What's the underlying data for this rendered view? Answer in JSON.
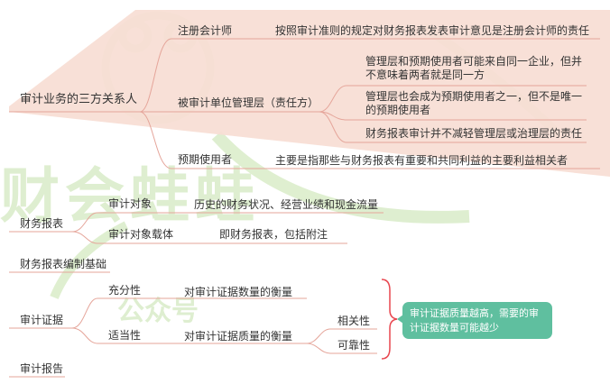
{
  "colors": {
    "highlight_bg": "#f7ddd4",
    "branch_line": "#e5a59a",
    "bracket": "#e8464f",
    "bubble_bg": "#5fbf9f",
    "watermark": "#d9ecc8"
  },
  "watermark": {
    "main": "财会蛙蛙",
    "sub": "公众号"
  },
  "nodes": {
    "three_party": {
      "label": "审计业务的三方关系人",
      "cpa": {
        "label": "注册会计师",
        "desc": "按照审计准则的规定对财务报表发表审计意见是注册会计师的责任"
      },
      "audited": {
        "label": "被审计单位管理层（责任方）",
        "details": [
          "管理层和预期使用者可能来自同一企业，但并不意味着两者就是同一方",
          "管理层也会成为预期使用者之一，但不是唯一的预期使用者",
          "财务报表审计并不减轻管理层或治理层的责任"
        ]
      },
      "users": {
        "label": "预期使用者",
        "desc": "主要是指那些与财务报表有重要和共同利益的主要利益相关者"
      }
    },
    "statements": {
      "label": "财务报表",
      "object": {
        "label": "审计对象",
        "desc": "历史的财务状况、经营业绩和现金流量"
      },
      "carrier": {
        "label": "审计对象载体",
        "desc": "即财务报表，包括附注"
      }
    },
    "basis": {
      "label": "财务报表编制基础"
    },
    "evidence": {
      "label": "审计证据",
      "sufficiency": {
        "label": "充分性",
        "desc": "对审计证据数量的衡量"
      },
      "appropriateness": {
        "label": "适当性",
        "desc": "对审计证据质量的衡量",
        "relevance": "相关性",
        "reliability": "可靠性"
      },
      "note": "审计证据质量越高，需要的审计证据数量可能越少"
    },
    "report": {
      "label": "审计报告"
    }
  }
}
